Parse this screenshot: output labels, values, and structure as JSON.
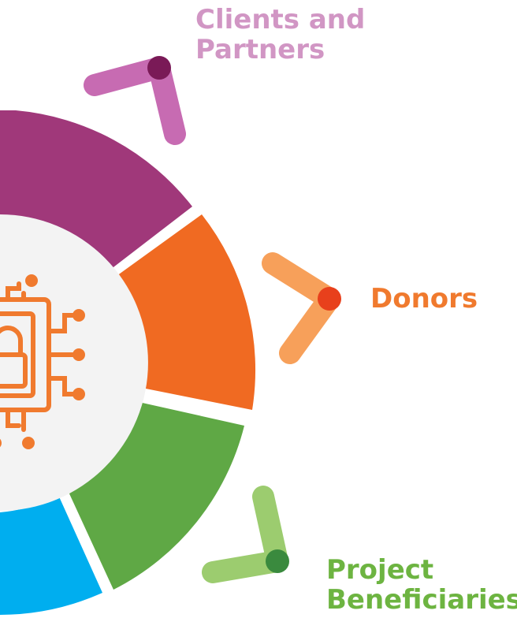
{
  "labels": {
    "clients_line1": "Clients and",
    "clients_line2": "Partners",
    "donors": "Donors",
    "beneficiaries_line1": "Project",
    "beneficiaries_line2": "Beneficiaries"
  },
  "colors": {
    "purple": "#a0387a",
    "orange": "#f06a22",
    "green": "#5fa845",
    "blue": "#00aeef",
    "center": "#f3f3f3",
    "icon": "#f07a2e",
    "clients_text": "#d196c4",
    "donors_text": "#f07a2e",
    "benef_text": "#6db441",
    "clients_arrow": "#c76bb2",
    "clients_dot": "#7a1a57",
    "donors_arrow": "#f7a05a",
    "donors_dot": "#e8401c",
    "benef_arrow": "#9ccc6f",
    "benef_dot": "#3a8a3e"
  },
  "icons": [
    "chip-lock-icon",
    "arrow-chevron-icon"
  ]
}
